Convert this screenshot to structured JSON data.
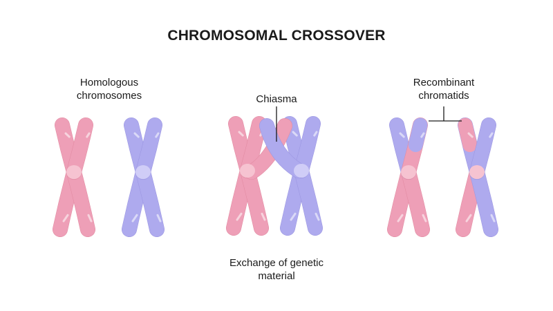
{
  "title": "CHROMOSOMAL CROSSOVER",
  "labels": {
    "homologous": "Homologous\nchromosomes",
    "chiasma": "Chiasma",
    "recombinant": "Recombinant\nchromatids",
    "exchange": "Exchange of genetic\nmaterial"
  },
  "colors": {
    "pink": "#ee9fb7",
    "pink_shadow": "#e0889f",
    "lavender": "#aeaaee",
    "lavender_shadow": "#9994e0",
    "centromere_pink": "#f6c3d1",
    "centromere_lavender": "#d0cdf7",
    "line": "#1a1a1a"
  },
  "panels": [
    {
      "name": "homologous-pair",
      "chromosomes": [
        {
          "name": "pink-chromosome",
          "arms": {
            "ul": "pink",
            "ur": "pink",
            "ll": "pink",
            "lr": "pink"
          },
          "tips": {}
        },
        {
          "name": "lavender-chromosome",
          "arms": {
            "ul": "lavender",
            "ur": "lavender",
            "ll": "lavender",
            "lr": "lavender"
          },
          "tips": {}
        }
      ]
    },
    {
      "name": "crossing-over-pair",
      "chromosomes": [
        {
          "name": "pink-chromosome",
          "arms": {
            "ul": "pink",
            "ur": "pink",
            "ll": "pink",
            "lr": "pink"
          },
          "tips": {}
        },
        {
          "name": "lavender-chromosome",
          "arms": {
            "ul": "lavender",
            "ur": "lavender",
            "ll": "lavender",
            "lr": "lavender"
          },
          "tips": {}
        }
      ]
    },
    {
      "name": "recombinant-pair",
      "chromosomes": [
        {
          "name": "recombinant-chromosome-left",
          "arms": {
            "ul": "lavender",
            "ur": "pink",
            "ll": "pink",
            "lr": "pink"
          },
          "tips": {
            "ur": "lavender"
          }
        },
        {
          "name": "recombinant-chromosome-right",
          "arms": {
            "ul": "lavender",
            "ur": "lavender",
            "ll": "pink",
            "lr": "lavender"
          },
          "tips": {
            "ul": "pink"
          }
        }
      ]
    }
  ]
}
